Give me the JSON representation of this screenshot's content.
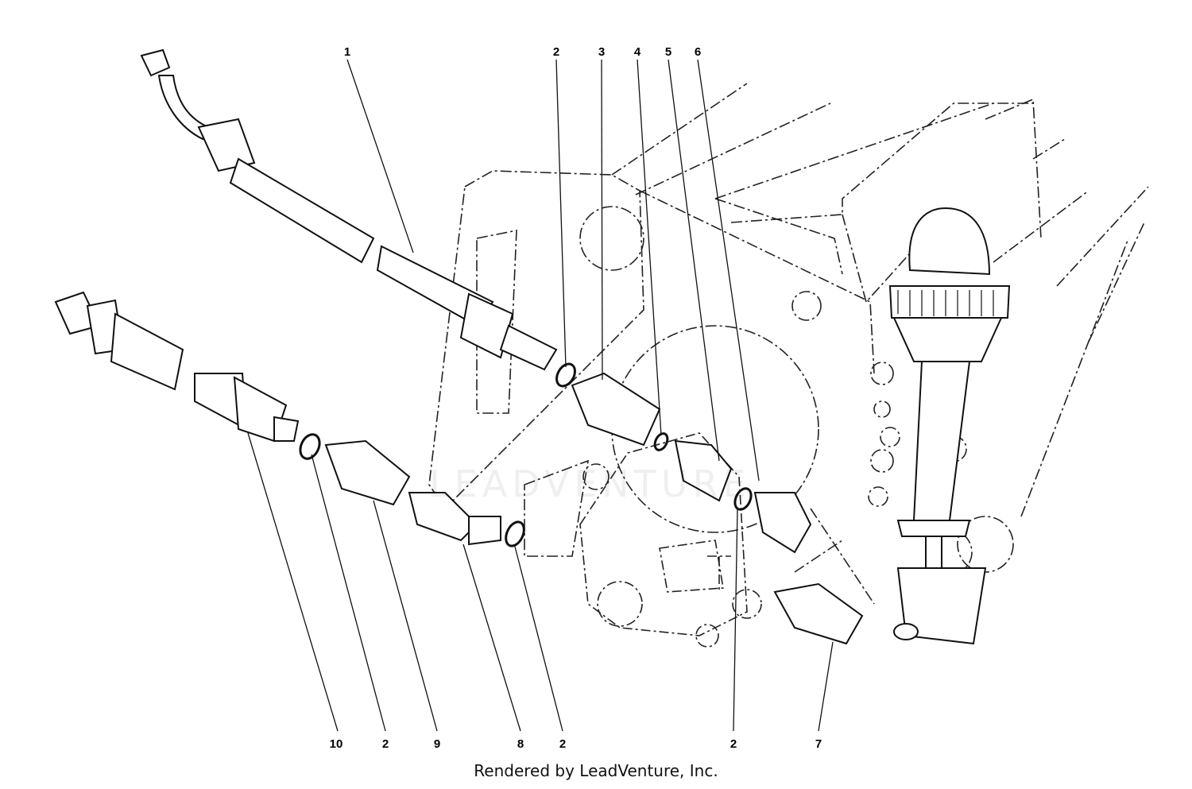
{
  "diagram": {
    "callouts": [
      {
        "id": "c1",
        "label": "1"
      },
      {
        "id": "c2a",
        "label": "2"
      },
      {
        "id": "c3",
        "label": "3"
      },
      {
        "id": "c4",
        "label": "4"
      },
      {
        "id": "c5",
        "label": "5"
      },
      {
        "id": "c6",
        "label": "6"
      },
      {
        "id": "c10",
        "label": "10"
      },
      {
        "id": "c2b",
        "label": "2"
      },
      {
        "id": "c9",
        "label": "9"
      },
      {
        "id": "c8",
        "label": "8"
      },
      {
        "id": "c2c",
        "label": "2"
      },
      {
        "id": "c2d",
        "label": "2"
      },
      {
        "id": "c7",
        "label": "7"
      }
    ],
    "watermark": "LEADVENTURE"
  },
  "footer": {
    "text": "Rendered by LeadVenture, Inc."
  }
}
